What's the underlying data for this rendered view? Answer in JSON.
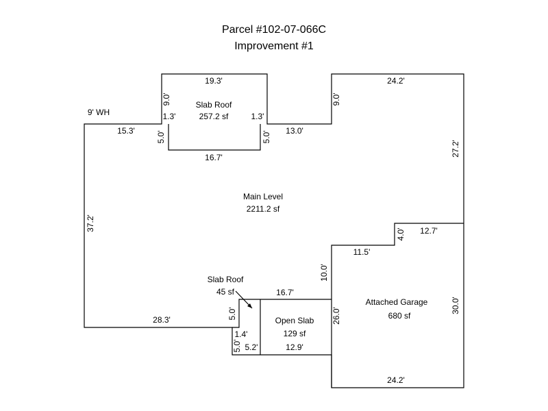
{
  "header": {
    "title": "Parcel #102-07-066C",
    "subtitle": "Improvement #1"
  },
  "areas": {
    "main": {
      "name": "Main Level",
      "area": "2211.2 sf"
    },
    "slab1": {
      "name": "Slab Roof",
      "area": "257.2 sf"
    },
    "slab2": {
      "name": "Slab Roof",
      "area": "45 sf"
    },
    "open": {
      "name": "Open Slab",
      "area": "129 sf"
    },
    "garage": {
      "name": "Attached Garage",
      "area": "680 sf"
    }
  },
  "notes": {
    "wall_height": "9' WH"
  },
  "dims": {
    "slab_top": "19.3'",
    "slab_left": "9.0'",
    "slab_left_step": "1.3'",
    "slab_right_step": "1.3'",
    "slab_left_drop": "5.0'",
    "slab_right_drop": "5.0'",
    "slab_bottom": "16.7'",
    "main_top_left": "15.3'",
    "main_top_mid": "13.0'",
    "right_up": "9.0'",
    "right_top": "24.2'",
    "right_side": "27.2'",
    "left_side": "37.2'",
    "garage_step_up": "4.0'",
    "garage_step_top": "12.7'",
    "garage_notch": "11.5'",
    "garage_left_upper": "10.0'",
    "main_bottom": "28.3'",
    "small_slab_drop": "5.0'",
    "open_top": "16.7'",
    "small_step": "1.4'",
    "small_slab_side": "5.0'",
    "small_slab_bottom": "5.2'",
    "open_bottom": "12.9'",
    "garage_left_lower": "26.0'",
    "garage_right": "30.0'",
    "garage_bottom": "24.2'"
  }
}
